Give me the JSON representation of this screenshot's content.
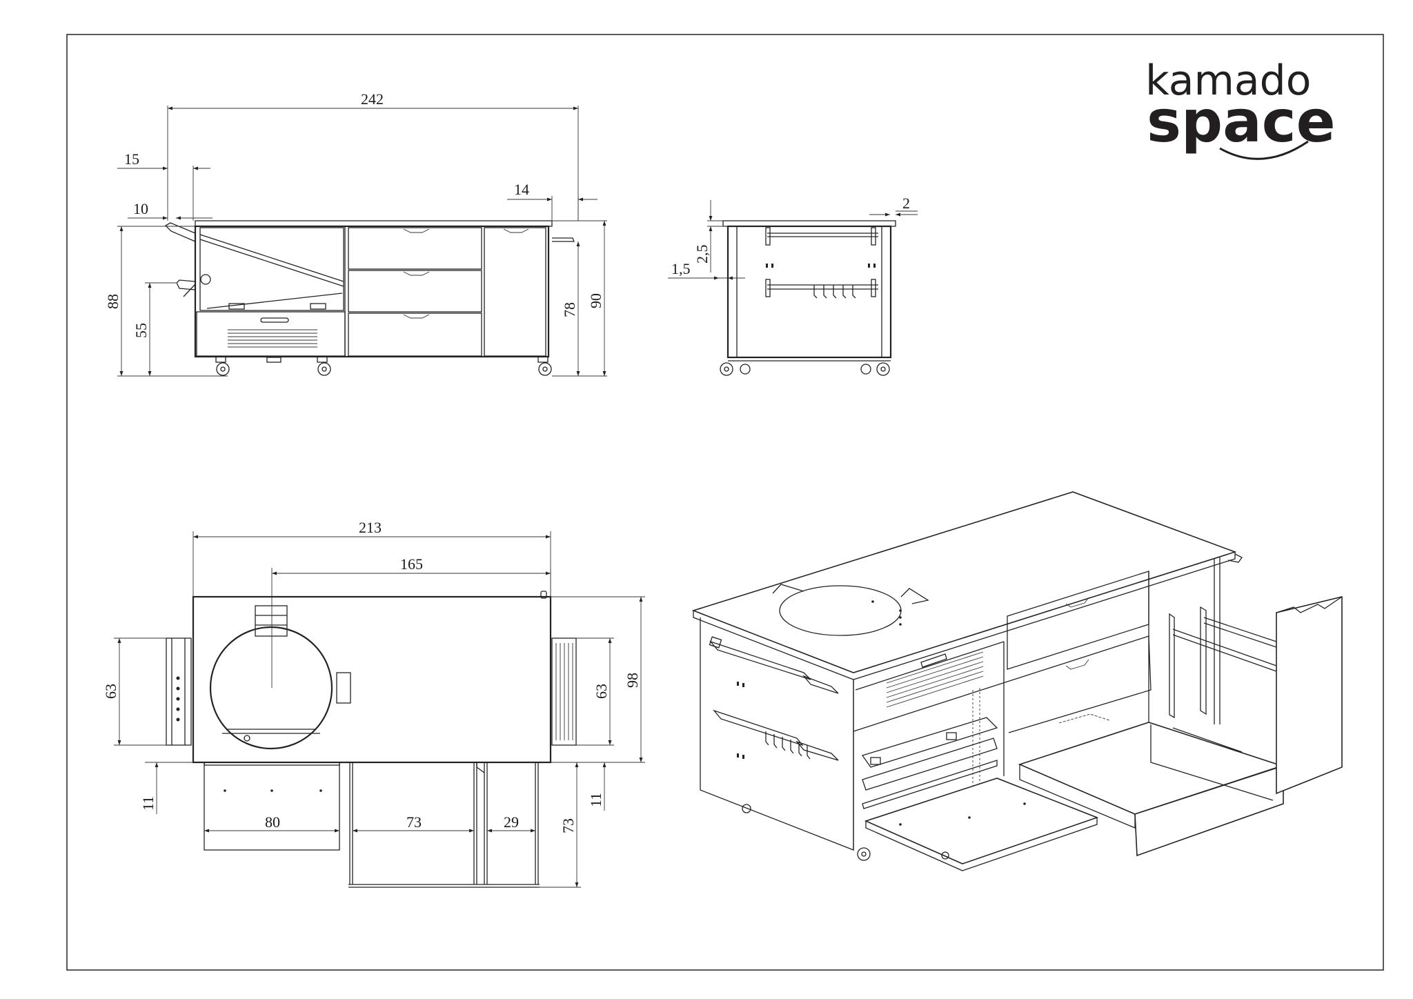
{
  "brand": {
    "line1": "kamado",
    "line2": "space",
    "color": "#231f20"
  },
  "front_view": {
    "dims": {
      "overall_width": "242",
      "left_overhang": "15",
      "handle_offset": "10",
      "right_overhang": "14",
      "total_height_left": "88",
      "handle_height": "55",
      "worktop_height": "78",
      "total_height_right": "90"
    }
  },
  "side_view": {
    "dims": {
      "top_thickness": "2",
      "rail_offset_top": "2,5",
      "rail_offset_side": "1,5"
    }
  },
  "top_view": {
    "dims": {
      "width_body": "213",
      "grill_center": "165",
      "handle_depth_left": "63",
      "handle_depth_right": "63",
      "overall_depth": "98",
      "offset_left": "11",
      "offset_right": "11",
      "drawer_80": "80",
      "drawer_73": "73",
      "drawer_29": "29",
      "drawer_extension": "73"
    }
  }
}
